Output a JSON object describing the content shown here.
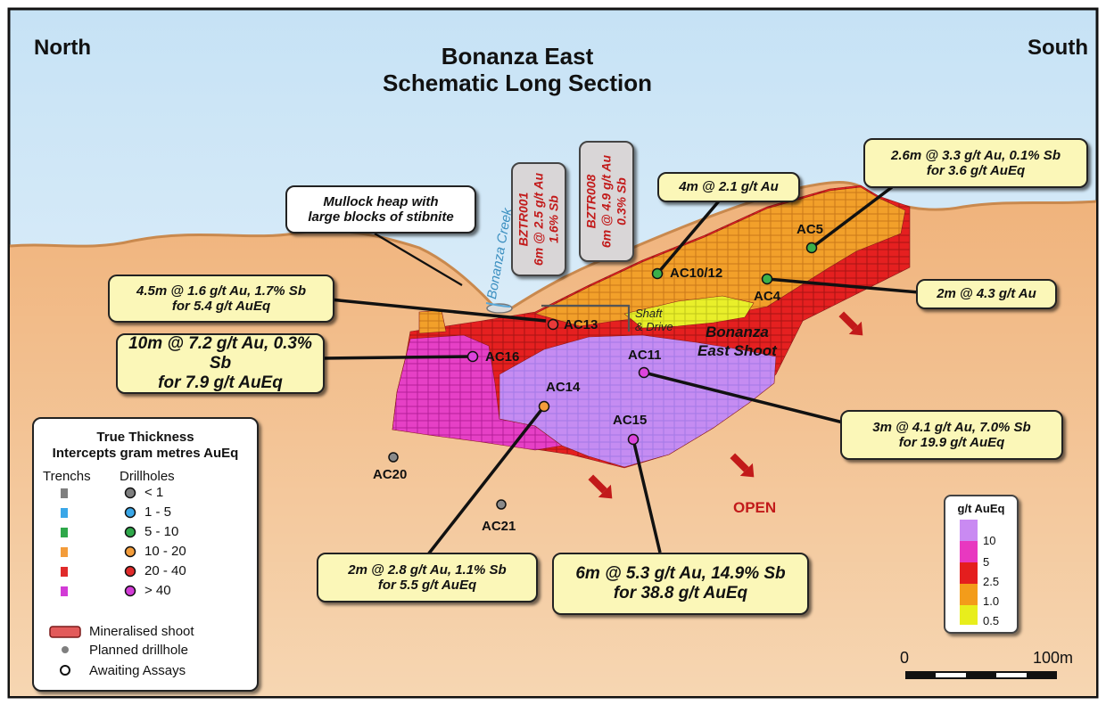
{
  "header": {
    "north": "North",
    "south": "South",
    "title_line1": "Bonanza East",
    "title_line2": "Schematic Long Section"
  },
  "colors": {
    "sky_top": "#c9e4f6",
    "sky_bottom": "#eef7fd",
    "ground": "#f2c08c",
    "grade_gt10": "#c77df0",
    "grade_5_10": "#e838c0",
    "grade_2_5_5": "#e41e1e",
    "grade_1_2_5": "#f39c1a",
    "grade_0_5_1": "#e8ee1c",
    "callout_fill": "#fbf7b8",
    "arrow_red": "#c21a1a"
  },
  "callouts": {
    "ac5": [
      "2.6m @ 3.3 g/t Au, 0.1% Sb",
      "for 3.6 g/t AuEq"
    ],
    "ac10": [
      "4m @ 2.1 g/t Au"
    ],
    "ac4": [
      "2m @ 4.3 g/t Au"
    ],
    "ac13": [
      "4.5m @ 1.6 g/t Au, 1.7% Sb",
      "for 5.4 g/t AuEq"
    ],
    "ac16": [
      "10m @ 7.2 g/t Au, 0.3% Sb",
      "for 7.9 g/t AuEq"
    ],
    "ac11": [
      "3m @ 4.1 g/t Au, 7.0% Sb",
      "for 19.9 g/t AuEq"
    ],
    "ac14": [
      "2m @ 2.8 g/t Au, 1.1% Sb",
      "for 5.5 g/t AuEq"
    ],
    "ac15": [
      "6m @ 5.3 g/t Au, 14.9% Sb",
      "for 38.8 g/t AuEq"
    ]
  },
  "notes": {
    "mullock": [
      "Mullock heap with",
      "large blocks of stibnite"
    ],
    "creek": "Bonanza Creek",
    "shaft": [
      "Shaft",
      "& Drive"
    ],
    "shoot": [
      "Bonanza",
      "East Shoot"
    ],
    "open": "OPEN"
  },
  "trenches": {
    "bztr001": [
      "BZTR001",
      "6m @ 2.5 g/t Au",
      "1.6% Sb"
    ],
    "bztr008": [
      "BZTR008",
      "6m @ 4.9 g/t Au",
      "0.3% Sb"
    ]
  },
  "drillholes": {
    "ac5": "AC5",
    "ac10": "AC10/12",
    "ac4": "AC4",
    "ac13": "AC13",
    "ac16": "AC16",
    "ac11": "AC11",
    "ac14": "AC14",
    "ac15": "AC15",
    "ac20": "AC20",
    "ac21": "AC21"
  },
  "legend": {
    "title_line1": "True Thickness",
    "title_line2": "Intercepts gram metres AuEq",
    "col_trenchs": "Trenchs",
    "col_drillholes": "Drillholes",
    "rows": [
      "< 1",
      "1 - 5",
      "5 - 10",
      "10 - 20",
      "20 - 40",
      "> 40"
    ],
    "row_colors": [
      "#7f7f7f",
      "#3aa7e8",
      "#2fa84a",
      "#f39c3a",
      "#e02a2a",
      "#d23bd6"
    ],
    "mineralised": "Mineralised shoot",
    "planned": "Planned drillhole",
    "awaiting": "Awaiting Assays"
  },
  "grade_scale": {
    "title": "g/t AuEq",
    "labels": [
      "10",
      "5",
      "2.5",
      "1.0",
      "0.5"
    ]
  },
  "scale_bar": {
    "left": "0",
    "right": "100m"
  }
}
